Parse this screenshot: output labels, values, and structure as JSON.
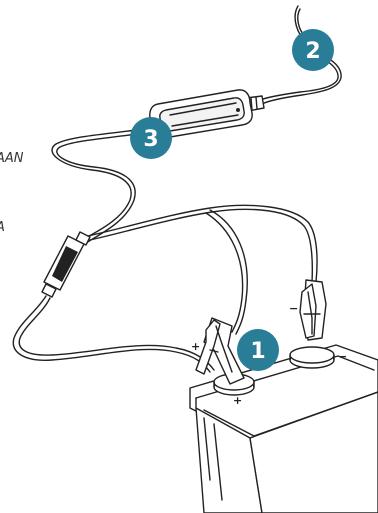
{
  "diagram": {
    "labels": {
      "l1": "AAN",
      "l2": "A"
    },
    "badges": {
      "b1": "1",
      "b2": "2",
      "b3": "3"
    },
    "symbols": {
      "clamp_plus": "+",
      "clamp_minus": "−",
      "terminal_plus": "+",
      "terminal_minus": "−"
    },
    "colors": {
      "badge": "#2a7d96",
      "line": "#222222"
    }
  }
}
